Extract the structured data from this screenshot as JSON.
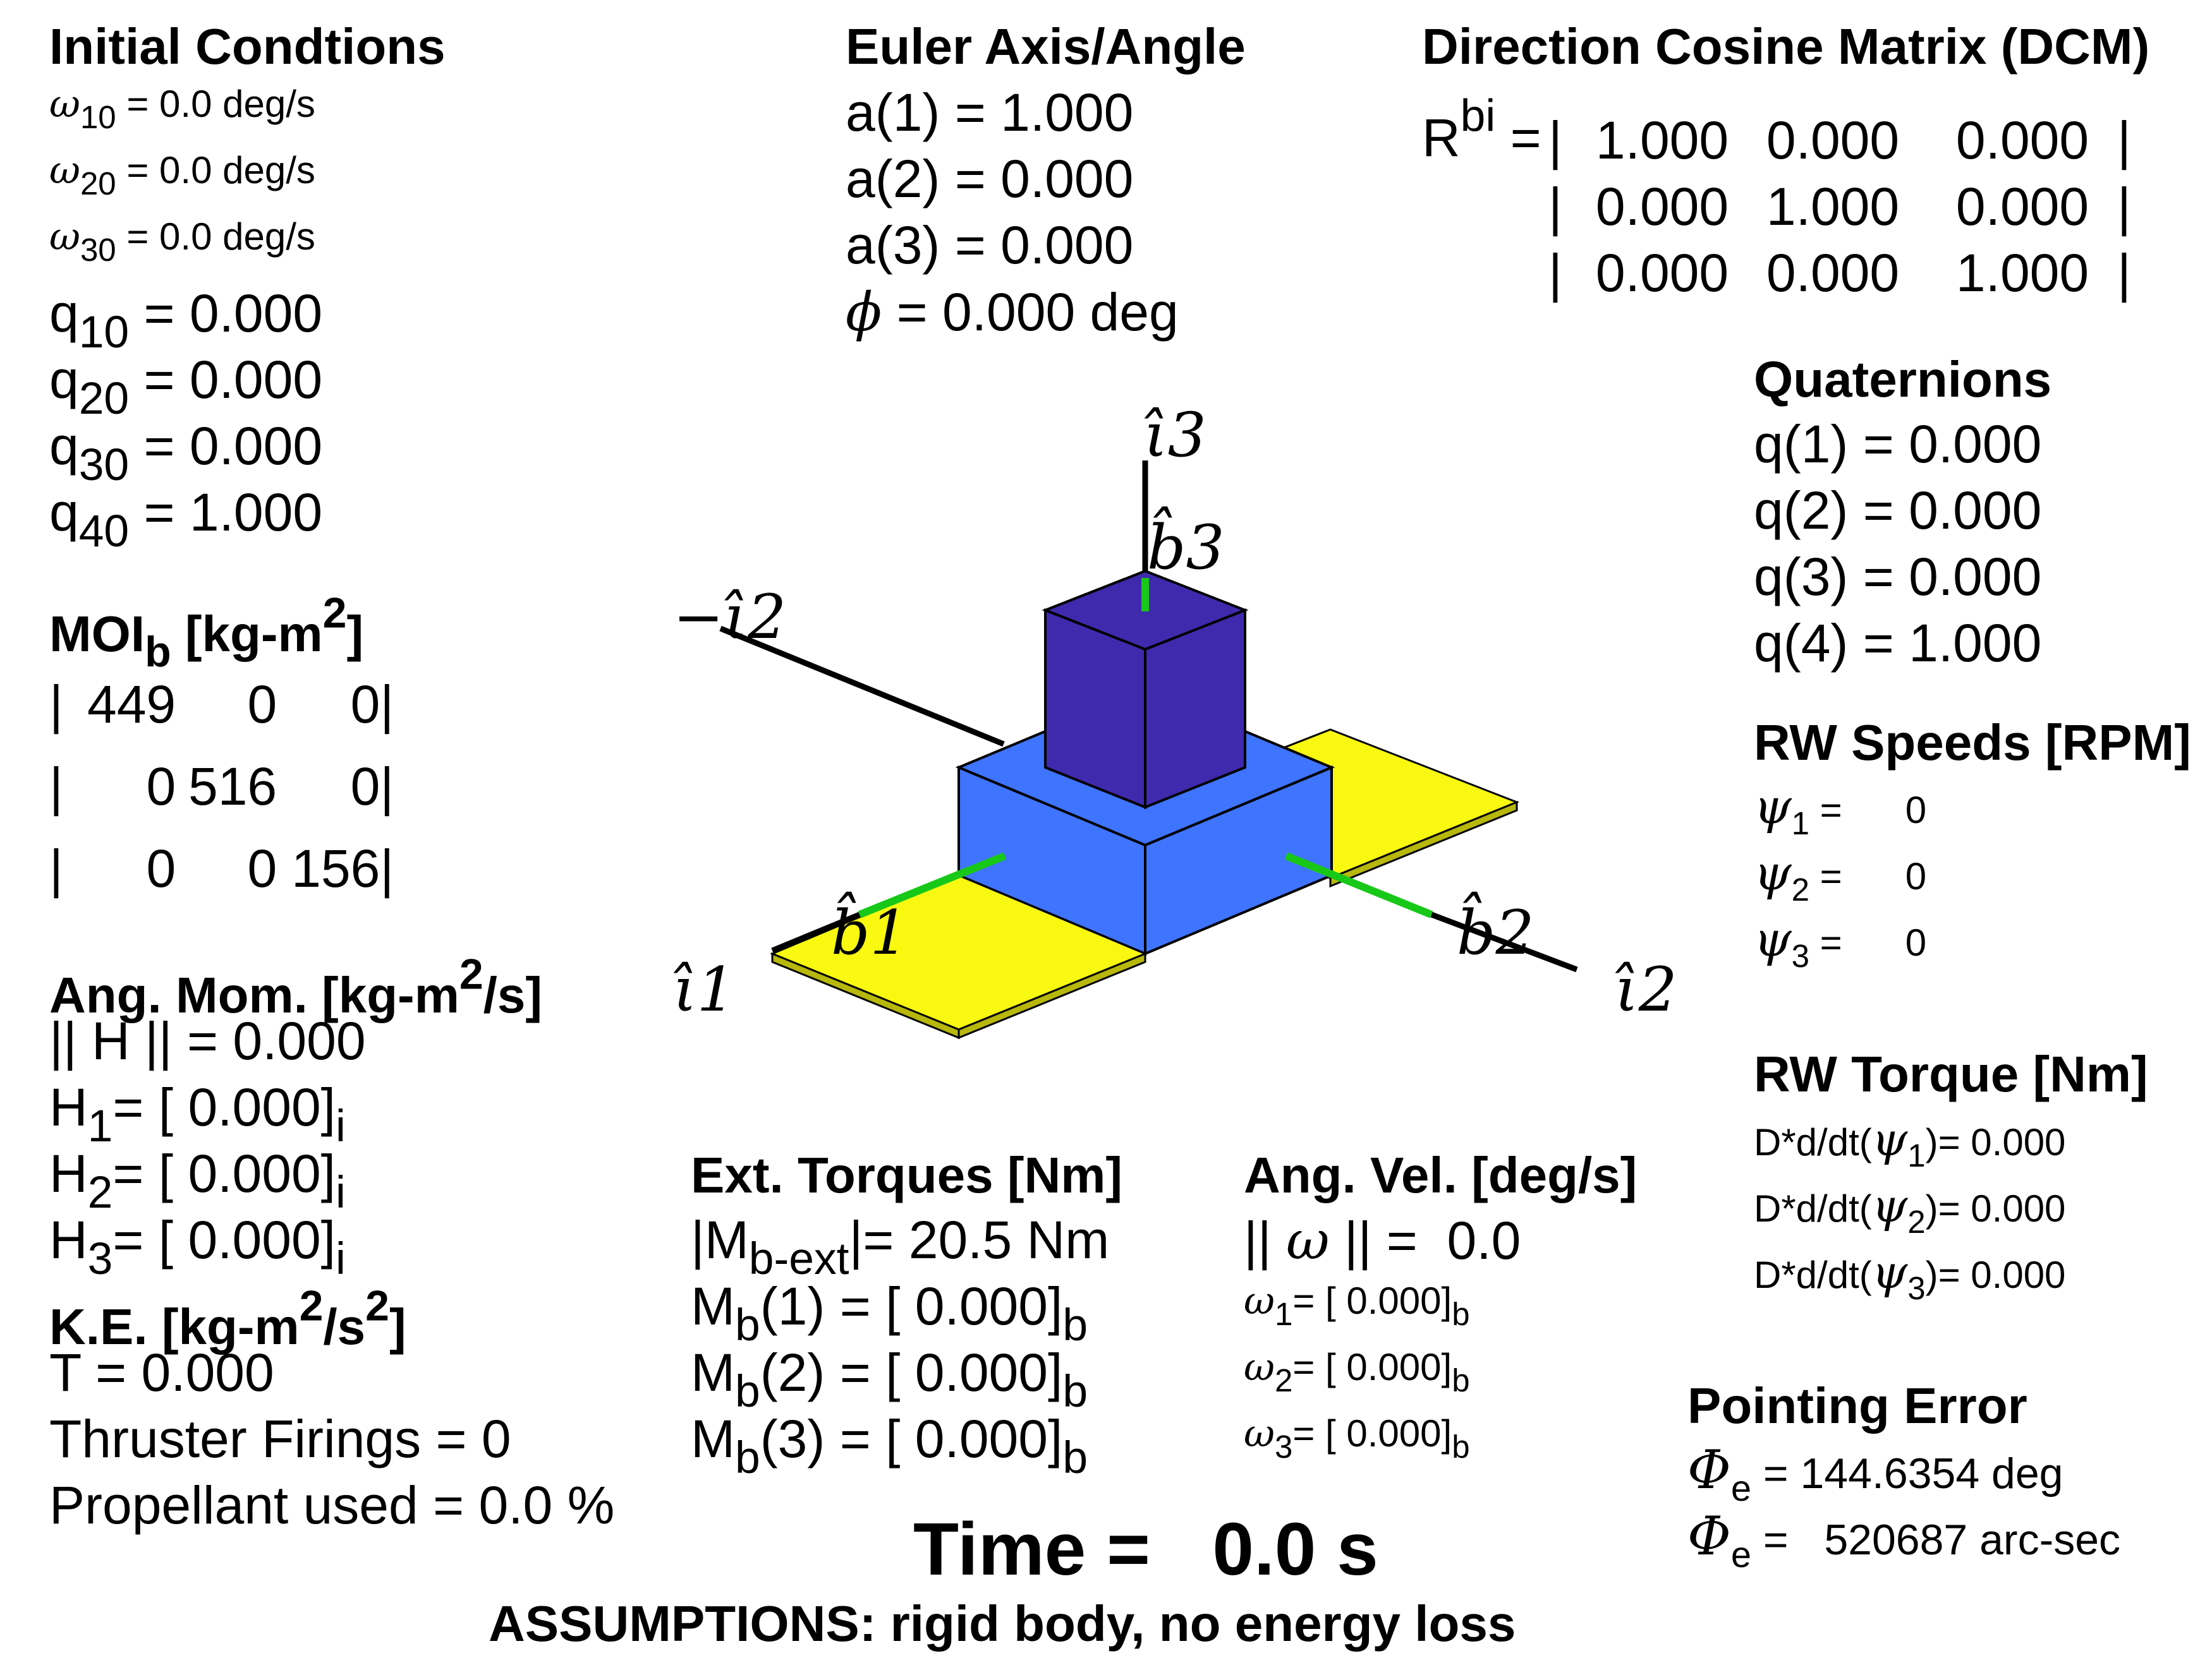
{
  "initial_conditions": {
    "title": "Initial Condtions",
    "rates": [
      {
        "sym": "ω",
        "sub": "10",
        "value": "=  0.0 deg/s"
      },
      {
        "sym": "ω",
        "sub": "20",
        "value": "=  0.0 deg/s"
      },
      {
        "sym": "ω",
        "sub": "30",
        "value": "=  0.0 deg/s"
      }
    ],
    "quats": [
      {
        "sym": "q",
        "sub": "10",
        "value": " = 0.000"
      },
      {
        "sym": "q",
        "sub": "20",
        "value": " = 0.000"
      },
      {
        "sym": "q",
        "sub": "30",
        "value": " = 0.000"
      },
      {
        "sym": "q",
        "sub": "40",
        "value": " = 1.000"
      }
    ]
  },
  "moi": {
    "title_main": "MOI",
    "title_sub": "b",
    "title_unit": " [kg-m",
    "title_sup": "2",
    "title_end": "]",
    "rows": [
      [
        "|",
        "449",
        "0",
        "0|"
      ],
      [
        "|",
        "0",
        "516",
        "0|"
      ],
      [
        "|",
        "0",
        "0",
        "156|"
      ]
    ]
  },
  "ang_mom": {
    "title": "Ang. Mom. [kg-m",
    "title_sup": "2",
    "title_end": "/s]",
    "norm": "|| H || =  0.000",
    "rows": [
      {
        "sym": "H",
        "sub": "1",
        "value": "= [ 0.000]",
        "frame": "i"
      },
      {
        "sym": "H",
        "sub": "2",
        "value": "= [ 0.000]",
        "frame": "i"
      },
      {
        "sym": "H",
        "sub": "3",
        "value": "= [ 0.000]",
        "frame": "i"
      }
    ]
  },
  "ke": {
    "title": "K.E. [kg-m",
    "title_sup1": "2",
    "title_mid": "/s",
    "title_sup2": "2",
    "title_end": "]",
    "value": "T = 0.000",
    "thruster": "Thruster Firings =     0",
    "propellant": "Propellant used = 0.0 %"
  },
  "euler": {
    "title": "Euler Axis/Angle",
    "a1": "a(1) = 1.000",
    "a2": "a(2) = 0.000",
    "a3": "a(3) = 0.000",
    "phi_sym": "ϕ",
    "phi_value": " = 0.000 deg"
  },
  "dcm": {
    "title": "Direction Cosine Matrix (DCM)",
    "lhs": "R",
    "lhs_sup": "bi",
    "eq": " = ",
    "rows": [
      [
        "1.000",
        "0.000",
        "0.000"
      ],
      [
        "0.000",
        "1.000",
        "0.000"
      ],
      [
        "0.000",
        "0.000",
        "1.000"
      ]
    ]
  },
  "quaternions": {
    "title": "Quaternions",
    "q1": "q(1) = 0.000",
    "q2": "q(2) = 0.000",
    "q3": "q(3) = 0.000",
    "q4": "q(4) = 1.000"
  },
  "rw_speeds": {
    "title": "RW Speeds [RPM]",
    "rows": [
      {
        "sym": "ψ",
        "sub": "1",
        "value": " =      0"
      },
      {
        "sym": "ψ",
        "sub": "2",
        "value": " =      0"
      },
      {
        "sym": "ψ",
        "sub": "3",
        "value": " =      0"
      }
    ]
  },
  "rw_torque": {
    "title": "RW Torque [Nm]",
    "rows": [
      {
        "pre": "D*d/dt(",
        "sym": "ψ",
        "sub": "1",
        "post": ")= 0.000"
      },
      {
        "pre": "D*d/dt(",
        "sym": "ψ",
        "sub": "2",
        "post": ")= 0.000"
      },
      {
        "pre": "D*d/dt(",
        "sym": "ψ",
        "sub": "3",
        "post": ")= 0.000"
      }
    ]
  },
  "pointing": {
    "title": "Pointing Error",
    "rows": [
      {
        "sym": "Φ",
        "sub": "e",
        "value": " = 144.6354 deg"
      },
      {
        "sym": "Φ",
        "sub": "e",
        "value": " =   520687 arc-sec"
      }
    ]
  },
  "ext_torques": {
    "title": "Ext. Torques [Nm]",
    "mag_pre": "|M",
    "mag_sub": "b-ext",
    "mag_post": "|= 20.5 Nm",
    "rows": [
      {
        "sym": "M",
        "sub": "b",
        "value": "(1) = [ 0.000]",
        "frame": "b"
      },
      {
        "sym": "M",
        "sub": "b",
        "value": "(2) = [ 0.000]",
        "frame": "b"
      },
      {
        "sym": "M",
        "sub": "b",
        "value": "(3) = [ 0.000]",
        "frame": "b"
      }
    ]
  },
  "ang_vel": {
    "title": "Ang. Vel. [deg/s]",
    "norm_pre": "|| ",
    "norm_sym": "ω",
    "norm_post": " || =  0.0",
    "rows": [
      {
        "sym": "ω",
        "sub": "1",
        "value": "= [ 0.000]",
        "frame": "b"
      },
      {
        "sym": "ω",
        "sub": "2",
        "value": "= [ 0.000]",
        "frame": "b"
      },
      {
        "sym": "ω",
        "sub": "3",
        "value": "= [ 0.000]",
        "frame": "b"
      }
    ]
  },
  "time": "Time =   0.0 s",
  "assumptions": "ASSUMPTIONS: rigid body, no energy loss",
  "viz": {
    "labels": {
      "i3": "ι̂3",
      "b3": "b̂3",
      "neg_i2": "−ι̂2",
      "b1": "b̂1",
      "i1": "ι̂1",
      "b2": "b̂2",
      "i2": "ι̂2"
    },
    "colors": {
      "bus": "#3f74ff",
      "top_cube": "#3f2aad",
      "panel": "#f8f810",
      "b_axis": "#18c818",
      "i_axis": "#000000"
    }
  }
}
